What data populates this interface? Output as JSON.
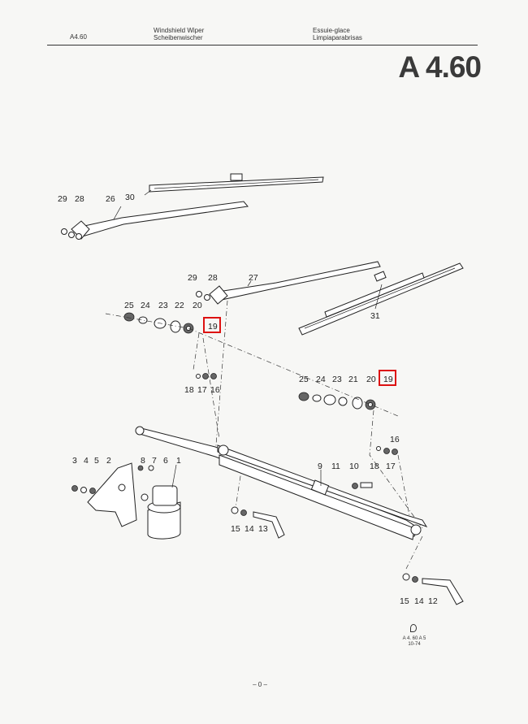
{
  "header": {
    "code": "A4.60",
    "title_en": "Windshield Wiper",
    "title_de": "Scheibenwischer",
    "title_fr": "Essuie-glace",
    "title_es": "Limpiaparabrisas",
    "big_code": "A 4.60"
  },
  "labels": {
    "l29a": "29",
    "l28a": "28",
    "l26": "26",
    "l30": "30",
    "l29b": "29",
    "l28b": "28",
    "l27": "27",
    "l25a": "25",
    "l24a": "24",
    "l23a": "23",
    "l22": "22",
    "l20a": "20",
    "l19a": "19",
    "l31": "31",
    "l18a": "18",
    "l17a": "17",
    "l16a": "16",
    "l25b": "25",
    "l24b": "24",
    "l23b": "23",
    "l21": "21",
    "l20b": "20",
    "l19b": "19",
    "l16b": "16",
    "l18b": "18",
    "l17b": "17",
    "l3": "3",
    "l4": "4",
    "l5": "5",
    "l2": "2",
    "l8": "8",
    "l7": "7",
    "l6": "6",
    "l1": "1",
    "l9": "9",
    "l11": "11",
    "l10": "10",
    "l15a": "15",
    "l14a": "14",
    "l13": "13",
    "l15b": "15",
    "l14b": "14",
    "l12": "12"
  },
  "footer": {
    "ref_code": "A 4. 60 A 5",
    "date": "10-74",
    "page": "– 0 –"
  },
  "colors": {
    "highlight": "#dd1111"
  }
}
